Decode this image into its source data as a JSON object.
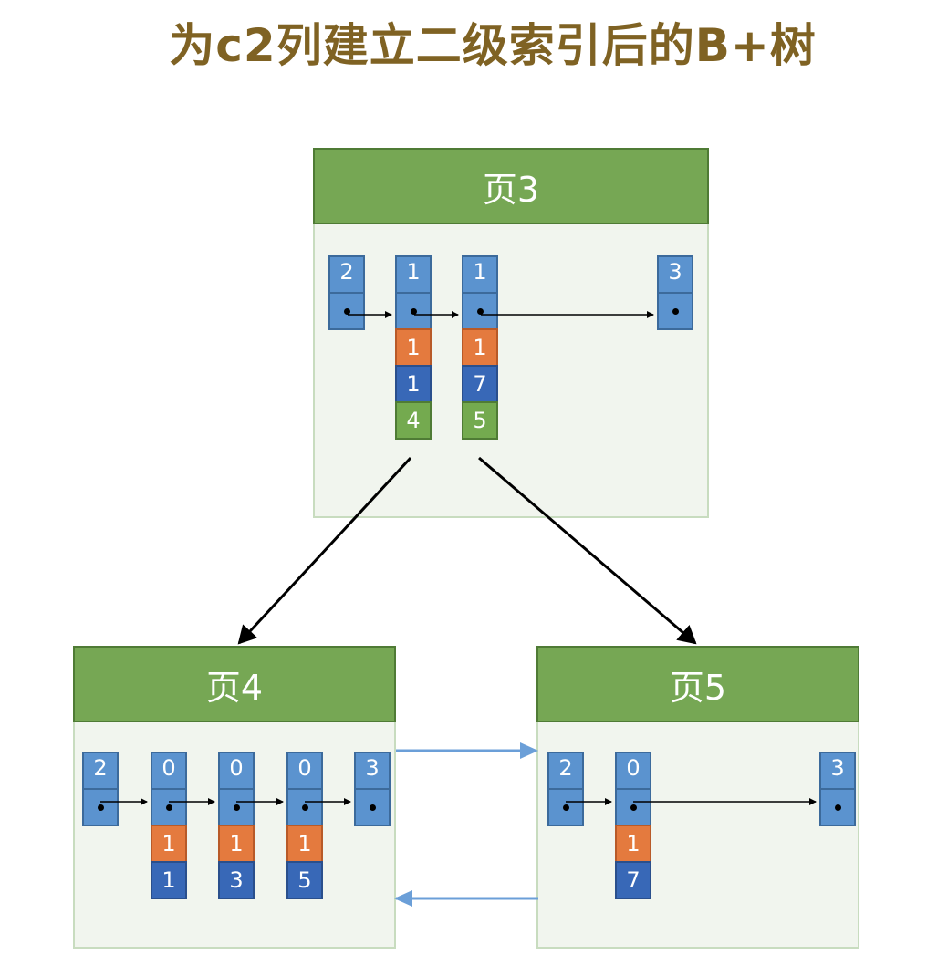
{
  "title": "为c2列建立二级索引后的B+树",
  "colors": {
    "title": "#7f6223",
    "page_header": "#76a754",
    "page_body": "#f1f5ee",
    "record_blue": "#5b93cf",
    "c2_orange": "#e47a3e",
    "c1_navy": "#3868b7",
    "page_no_green": "#74aa4f",
    "sibling_link": "#6b9fd8"
  },
  "pages": {
    "page3": {
      "label": "页3",
      "records": [
        {
          "type": "2"
        },
        {
          "type": "1",
          "c2": "1",
          "c1": "1",
          "page_no": "4"
        },
        {
          "type": "1",
          "c2": "1",
          "c1": "7",
          "page_no": "5"
        },
        {
          "type": "3"
        }
      ]
    },
    "page4": {
      "label": "页4",
      "records": [
        {
          "type": "2"
        },
        {
          "type": "0",
          "c2": "1",
          "c1": "1"
        },
        {
          "type": "0",
          "c2": "1",
          "c1": "3"
        },
        {
          "type": "0",
          "c2": "1",
          "c1": "5"
        },
        {
          "type": "3"
        }
      ]
    },
    "page5": {
      "label": "页5",
      "records": [
        {
          "type": "2"
        },
        {
          "type": "0",
          "c2": "1",
          "c1": "7"
        },
        {
          "type": "3"
        }
      ]
    }
  }
}
